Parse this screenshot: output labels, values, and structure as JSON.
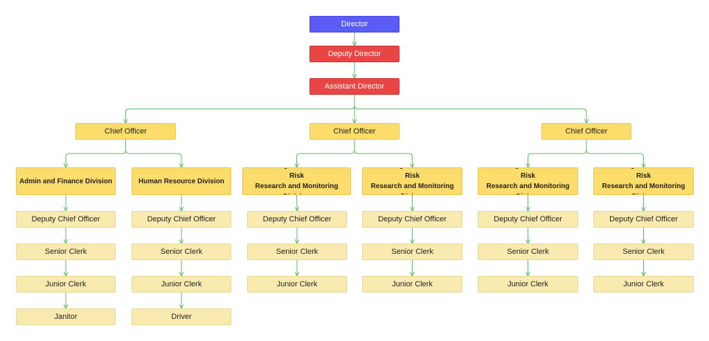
{
  "nodes": [
    {
      "id": "director",
      "label": "Director",
      "kind": "director"
    },
    {
      "id": "deputy",
      "label": "Deputy Director",
      "kind": "red"
    },
    {
      "id": "assistant",
      "label": "Assistant Director",
      "kind": "red"
    },
    {
      "id": "chief1",
      "label": "Chief Officer",
      "kind": "chief"
    },
    {
      "id": "chief2",
      "label": "Chief Officer",
      "kind": "chief"
    },
    {
      "id": "chief3",
      "label": "Chief Officer",
      "kind": "chief"
    },
    {
      "id": "div1",
      "label": "Admin and Finance Division",
      "kind": "division"
    },
    {
      "id": "div2",
      "label": "Human Resource Division",
      "kind": "division"
    },
    {
      "id": "div3",
      "label": "Meteorological and Disaster Risk\nResearch and Monitoring Division",
      "kind": "division"
    },
    {
      "id": "div4",
      "label": "Meteorological and Disaster Risk\nResearch and Monitoring Divis…",
      "kind": "division"
    },
    {
      "id": "div5",
      "label": "Meteorological and Disaster Risk\nResearch and Monitoring Divis…",
      "kind": "division"
    },
    {
      "id": "div6",
      "label": "Meteorological and Disaster Risk\nResearch and Monitoring Divis…",
      "kind": "division"
    },
    {
      "id": "dco1",
      "label": "Deputy Chief Officer",
      "kind": "staff"
    },
    {
      "id": "dco2",
      "label": "Deputy Chief Officer",
      "kind": "staff"
    },
    {
      "id": "dco3",
      "label": "Deputy Chief Officer",
      "kind": "staff"
    },
    {
      "id": "dco4",
      "label": "Deputy Chief Officer",
      "kind": "staff"
    },
    {
      "id": "dco5",
      "label": "Deputy Chief Officer",
      "kind": "staff"
    },
    {
      "id": "dco6",
      "label": "Deputy Chief Officer",
      "kind": "staff"
    },
    {
      "id": "sc1",
      "label": "Senior Clerk",
      "kind": "staff"
    },
    {
      "id": "sc2",
      "label": "Senior Clerk",
      "kind": "staff"
    },
    {
      "id": "sc3",
      "label": "Senior Clerk",
      "kind": "staff"
    },
    {
      "id": "sc4",
      "label": "Senior Clerk",
      "kind": "staff"
    },
    {
      "id": "sc5",
      "label": "Senior Clerk",
      "kind": "staff"
    },
    {
      "id": "sc6",
      "label": "Senior Clerk",
      "kind": "staff"
    },
    {
      "id": "jc1",
      "label": "Junior Clerk",
      "kind": "staff"
    },
    {
      "id": "jc2",
      "label": "Junior Clerk",
      "kind": "staff"
    },
    {
      "id": "jc3",
      "label": "Junior Clerk",
      "kind": "staff"
    },
    {
      "id": "jc4",
      "label": "Junior Clerk",
      "kind": "staff"
    },
    {
      "id": "jc5",
      "label": "Junior Clerk",
      "kind": "staff"
    },
    {
      "id": "jc6",
      "label": "Junior Clerk",
      "kind": "staff"
    },
    {
      "id": "janitor",
      "label": "Janitor",
      "kind": "staff"
    },
    {
      "id": "driver",
      "label": "Driver",
      "kind": "staff"
    }
  ],
  "edges": [
    [
      "director",
      "deputy"
    ],
    [
      "deputy",
      "assistant"
    ],
    [
      "assistant",
      "chief1"
    ],
    [
      "assistant",
      "chief2"
    ],
    [
      "assistant",
      "chief3"
    ],
    [
      "chief1",
      "div1"
    ],
    [
      "chief1",
      "div2"
    ],
    [
      "chief2",
      "div3"
    ],
    [
      "chief2",
      "div4"
    ],
    [
      "chief3",
      "div5"
    ],
    [
      "chief3",
      "div6"
    ],
    [
      "div1",
      "dco1"
    ],
    [
      "div2",
      "dco2"
    ],
    [
      "div3",
      "dco3"
    ],
    [
      "div4",
      "dco4"
    ],
    [
      "div5",
      "dco5"
    ],
    [
      "div6",
      "dco6"
    ],
    [
      "dco1",
      "sc1"
    ],
    [
      "dco2",
      "sc2"
    ],
    [
      "dco3",
      "sc3"
    ],
    [
      "dco4",
      "sc4"
    ],
    [
      "dco5",
      "sc5"
    ],
    [
      "dco6",
      "sc6"
    ],
    [
      "sc1",
      "jc1"
    ],
    [
      "sc2",
      "jc2"
    ],
    [
      "sc3",
      "jc3"
    ],
    [
      "sc4",
      "jc4"
    ],
    [
      "sc5",
      "jc5"
    ],
    [
      "sc6",
      "jc6"
    ],
    [
      "jc1",
      "janitor"
    ],
    [
      "jc2",
      "driver"
    ]
  ],
  "colors": {
    "edge": "#5cb85c"
  }
}
